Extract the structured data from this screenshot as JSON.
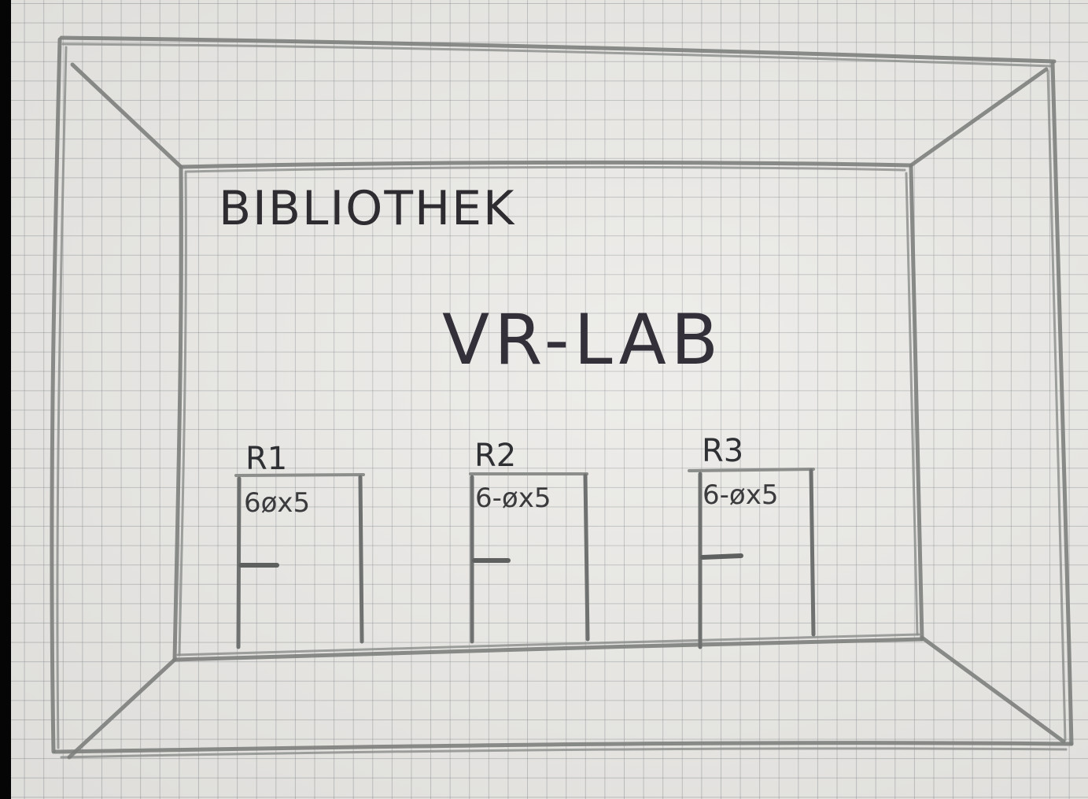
{
  "sketch": {
    "library_label": "BIBLIOTHEK",
    "lab_title": "VR-LAB",
    "rooms": [
      {
        "id": "R1",
        "capacity": "6øx5"
      },
      {
        "id": "R2",
        "capacity": "6-øx5"
      },
      {
        "id": "R3",
        "capacity": "6-øx5"
      }
    ]
  },
  "colors": {
    "paper": "#ecebe8",
    "grid": "#7d8287",
    "pencil": "#7d7f7d",
    "ink": "#2e2c30"
  }
}
